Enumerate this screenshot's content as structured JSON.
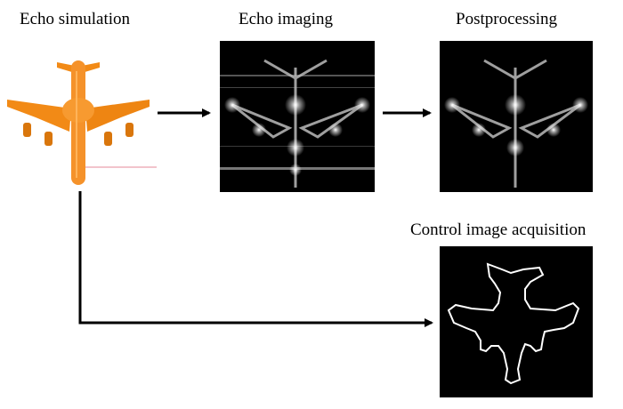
{
  "labels": {
    "echo_simulation": "Echo simulation",
    "echo_imaging": "Echo imaging",
    "postprocessing": "Postprocessing",
    "control_image_acquisition": "Control image acquisition"
  },
  "colors": {
    "aircraft_model": "#f28a16",
    "arrow": "#000000",
    "panel_background": "#000000",
    "contour": "#ffffff"
  }
}
